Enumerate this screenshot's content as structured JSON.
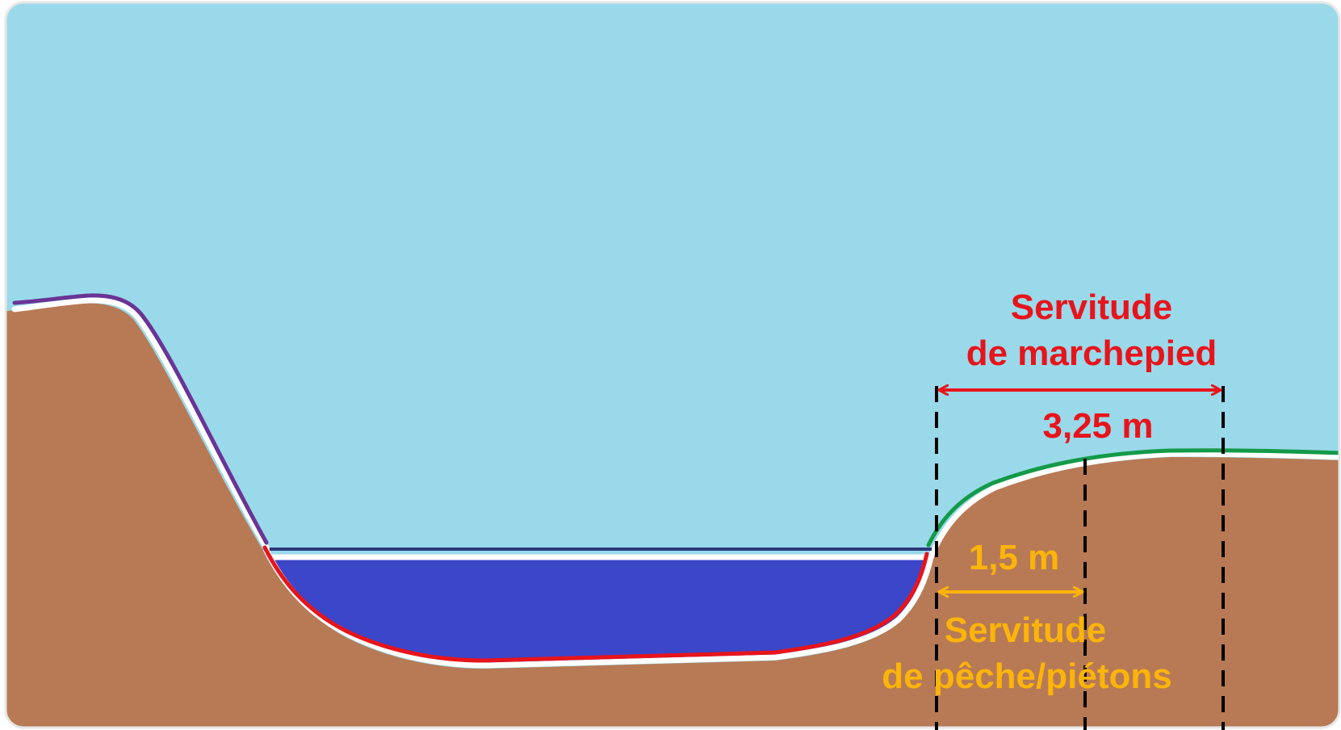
{
  "colors": {
    "sky": "#9ad9ea",
    "ground": "#b87a55",
    "water": "#3c46c8",
    "riverbed_line": "#e8141b",
    "left_bank_line": "#6a3496",
    "right_bank_line": "#139a48",
    "water_surface_line": "#2a3a7a",
    "marchepied_color": "#e8141b",
    "peche_color": "#fbb40a",
    "boundary_dash": "#000000"
  },
  "labels": {
    "marchepied_line1": "Servitude",
    "marchepied_line2": "de marchepied",
    "marchepied_width": "3,25 m",
    "peche_width": "1,5 m",
    "peche_line1": "Servitude",
    "peche_line2": "de pêche/piétons"
  }
}
